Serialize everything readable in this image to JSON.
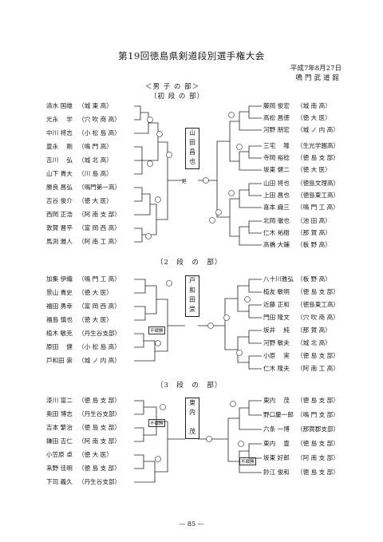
{
  "title": "第19回徳島県剣道段別選手権大会",
  "date": "平成7年8月27日",
  "venue": "鳴門武道館",
  "division": "＜男 子 の 部＞",
  "page_number": "— 85 —",
  "sections": [
    {
      "label": "（初 段 の 部）",
      "winner": [
        "山",
        "田",
        "昌",
        "也"
      ],
      "left": [
        {
          "name": "清水 国雄",
          "team": "（城 東 高）"
        },
        {
          "name": "光永　 学",
          "team": "（穴 吹 商 高）"
        },
        {
          "name": "中川 将志",
          "team": "（小 松 島 高）"
        },
        {
          "name": "豊永　 剛",
          "team": "（鳴 門 高）"
        },
        {
          "name": "吉川　 弘",
          "team": "（城 北 高）"
        },
        {
          "name": "山下 貴大",
          "team": "（川 島 高）"
        },
        {
          "name": "勝良 昌弘",
          "team": "（鳴門第一高）"
        },
        {
          "name": "吉谷 俊介",
          "team": "（徳 大 医）"
        },
        {
          "name": "西岡 正浩",
          "team": "（阿 南 支 部）"
        },
        {
          "name": "敦賀 晋平",
          "team": "（富 岡 西 高）"
        },
        {
          "name": "馬渕 雅人",
          "team": "（阿 南 工 高）"
        }
      ],
      "right": [
        {
          "name": "藤岡 俊宏",
          "team": "（城 南 高）"
        },
        {
          "name": "高松 昌徳",
          "team": "（徳 大 医）"
        },
        {
          "name": "河野 朋宏",
          "team": "（城 ノ 内 高）"
        },
        {
          "name": "三宅　 隆",
          "team": "（生光学園高）"
        },
        {
          "name": "寺岡 裕稔",
          "team": "（徳 島 支 部）"
        },
        {
          "name": "坂東 健二",
          "team": "（徳 大 医）"
        },
        {
          "name": "山田 将也",
          "team": "（徳島文理高）"
        },
        {
          "name": "上田 昌也",
          "team": "（徳島東工高）"
        },
        {
          "name": "喜本 識三",
          "team": "（鳴 門 工 高）"
        },
        {
          "name": "北岡 徹也",
          "team": "（池 田 高）"
        },
        {
          "name": "仁木 祐樹",
          "team": "（那 賀 高）"
        },
        {
          "name": "高橋 大輔",
          "team": "（板 野 高）"
        }
      ]
    },
    {
      "label": "（2　段　の　部）",
      "winner": [
        "戸",
        "和",
        "田",
        "崇"
      ],
      "left": [
        {
          "name": "加集 伊織",
          "team": "（鳴 門 工 高）"
        },
        {
          "name": "景山 貴史",
          "team": "（徳 大 医）"
        },
        {
          "name": "福田 勇幸",
          "team": "（富 岡 西 高）"
        },
        {
          "name": "福島 慎也",
          "team": "（徳 大 医）"
        },
        {
          "name": "植木 敏克",
          "team": "（丹生谷支部）"
        },
        {
          "name": "原田　 健",
          "team": "（小 松 島 高）"
        },
        {
          "name": "戸和田 崇",
          "team": "（城 ノ 内 高）"
        }
      ],
      "right": [
        {
          "name": "八十川雅弘",
          "team": "（板 野 高）"
        },
        {
          "name": "植友 敏明",
          "team": "（徳 島 支 部）"
        },
        {
          "name": "近藤 正和",
          "team": "（徳島東工高）"
        },
        {
          "name": "門田 隆文",
          "team": "（穴 吹 商 高）"
        },
        {
          "name": "坂井　 純",
          "team": "（那 賀 高）"
        },
        {
          "name": "河野 敏夫",
          "team": "（城 北 高）"
        },
        {
          "name": "小原　 実",
          "team": "（徳 島 支 部）"
        },
        {
          "name": "仁木 隆夫",
          "team": "（阿 南 工 高）"
        }
      ]
    },
    {
      "label": "（3　段　の　部）",
      "winner": [
        "東",
        "内",
        "　",
        "茂"
      ],
      "left": [
        {
          "name": "漆川 富二",
          "team": "（徳 島 支 部）"
        },
        {
          "name": "奥田 博志",
          "team": "（丹生谷支部）"
        },
        {
          "name": "吉本 繁治",
          "team": "（徳 島 支 部）"
        },
        {
          "name": "鎌田 吉仁",
          "team": "（阿 南 支 部）"
        },
        {
          "name": "小笠原 卓",
          "team": "（徳 大 医）"
        },
        {
          "name": "来野 佳明",
          "team": "（徳 島 支 部）"
        },
        {
          "name": "下司 義久",
          "team": "（丹生谷支部）"
        }
      ],
      "right": [
        {
          "name": "東内　 茂",
          "team": "（徳 島 支 部）"
        },
        {
          "name": "野口慶一郎",
          "team": "（鳴 門 支 部）"
        },
        {
          "name": "六条 一博",
          "team": "（那賀郡支部）"
        },
        {
          "name": "東内　 豊",
          "team": "（徳 島 支 部）"
        },
        {
          "name": "坂東 好郎",
          "team": "（阿 南 支 部）"
        },
        {
          "name": "鈴江 俊和",
          "team": "（徳 島 支 部）"
        }
      ]
    }
  ],
  "annotations": {
    "fusen": "不戦勝",
    "hantei": "延"
  }
}
